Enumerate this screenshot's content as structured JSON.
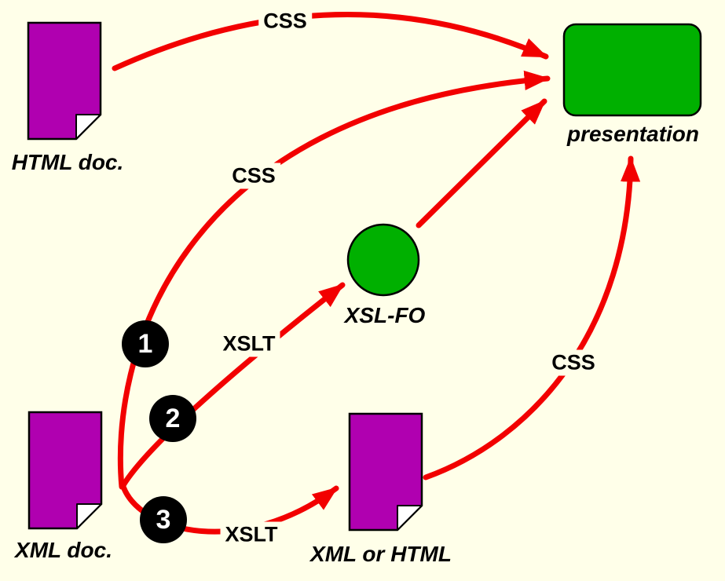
{
  "colors": {
    "background": "#FFFFE9",
    "arrow_red": "#F20000",
    "document_purple": "#B000B0",
    "shape_green": "#00B000",
    "outline_black": "#000000",
    "fold_white": "#FFFFFF",
    "badge_black": "#000000",
    "badge_text": "#FFFFFF"
  },
  "nodes": {
    "html_doc": {
      "label": "HTML doc."
    },
    "xml_doc": {
      "label": "XML doc."
    },
    "xml_or_html_doc": {
      "label": "XML or HTML"
    },
    "presentation": {
      "label": "presentation"
    },
    "xsl_fo": {
      "label": "XSL-FO"
    }
  },
  "edge_labels": {
    "css_html_to_presentation": "CSS",
    "css_xml_to_presentation": "CSS",
    "xslt_xml_to_xsl_fo": "XSLT",
    "xslt_xml_to_xml_or_html": "XSLT",
    "css_xml_or_html_to_presentation": "CSS"
  },
  "badges": [
    {
      "label": "1"
    },
    {
      "label": "2"
    },
    {
      "label": "3"
    }
  ]
}
